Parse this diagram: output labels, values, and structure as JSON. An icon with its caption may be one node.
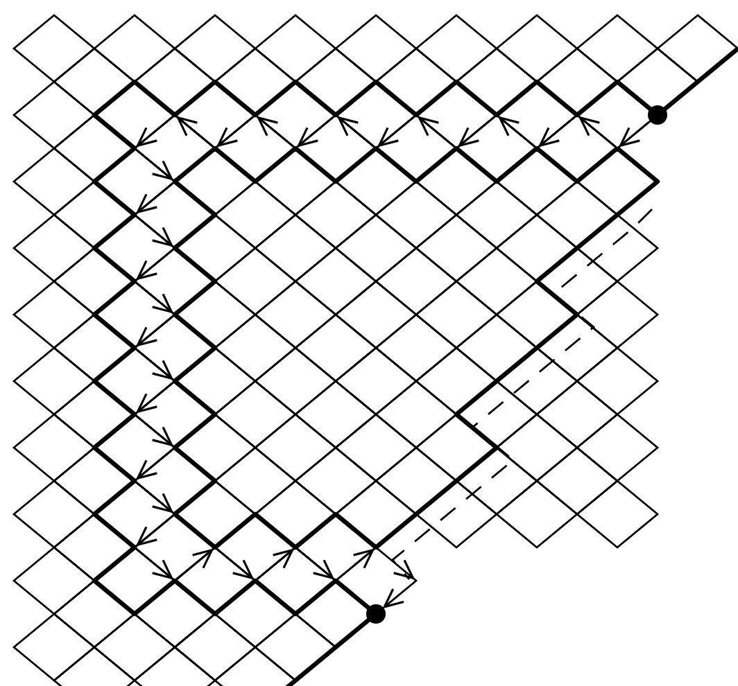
{
  "diagram": {
    "nodes": [
      {
        "text": [],
        "shape": "circle"
      },
      {
        "text": [],
        "shape": "circle"
      }
    ],
    "edges": [
      {
        "from": 0,
        "to": 1,
        "arrow": "to"
      }
    ]
  }
}
